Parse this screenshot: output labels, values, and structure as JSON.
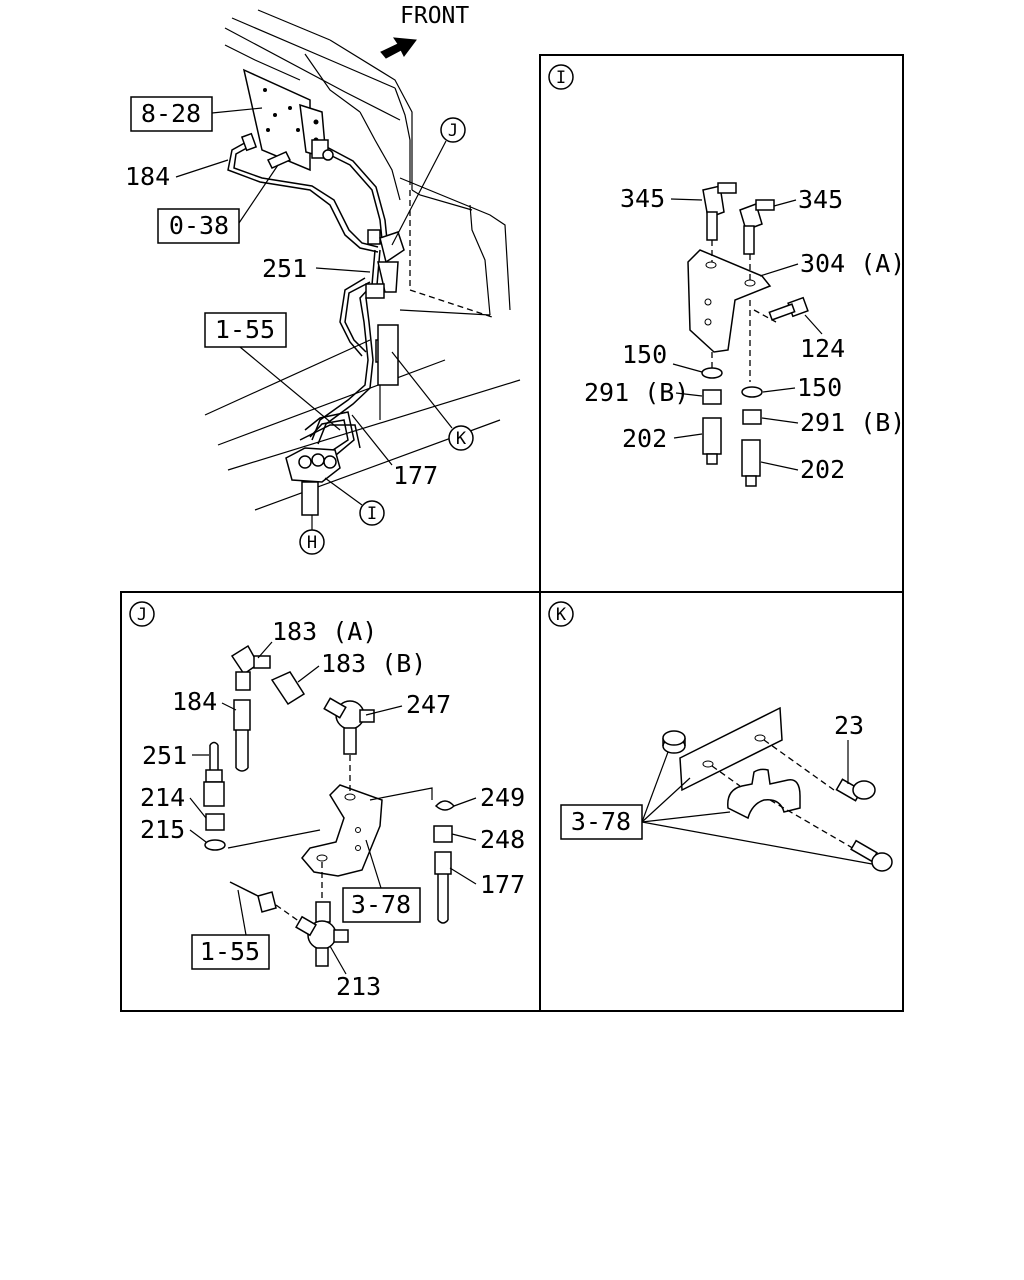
{
  "direction": {
    "label": "FRONT"
  },
  "main_view": {
    "refs": {
      "ref_8_28": "8-28",
      "ref_0_38": "0-38",
      "ref_1_55": "1-55"
    },
    "parts": {
      "p184": "184",
      "p251": "251",
      "p177": "177"
    },
    "markers": {
      "J": "J",
      "K": "K",
      "I": "I",
      "H": "H"
    }
  },
  "panel_I": {
    "marker": "I",
    "parts": {
      "p345_left": "345",
      "p345_right": "345",
      "p304A": "304 (A)",
      "p124": "124",
      "p150_left": "150",
      "p150_right": "150",
      "p291B_left": "291 (B)",
      "p291B_right": "291 (B)",
      "p202_left": "202",
      "p202_right": "202"
    }
  },
  "panel_J": {
    "marker": "J",
    "parts": {
      "p183A": "183 (A)",
      "p183B": "183 (B)",
      "p184": "184",
      "p247": "247",
      "p251": "251",
      "p214": "214",
      "p215": "215",
      "p249": "249",
      "p248": "248",
      "p177": "177",
      "p213": "213"
    },
    "refs": {
      "ref_3_78": "3-78",
      "ref_1_55": "1-55"
    }
  },
  "panel_K": {
    "marker": "K",
    "parts": {
      "p23": "23"
    },
    "refs": {
      "ref_3_78": "3-78"
    }
  }
}
